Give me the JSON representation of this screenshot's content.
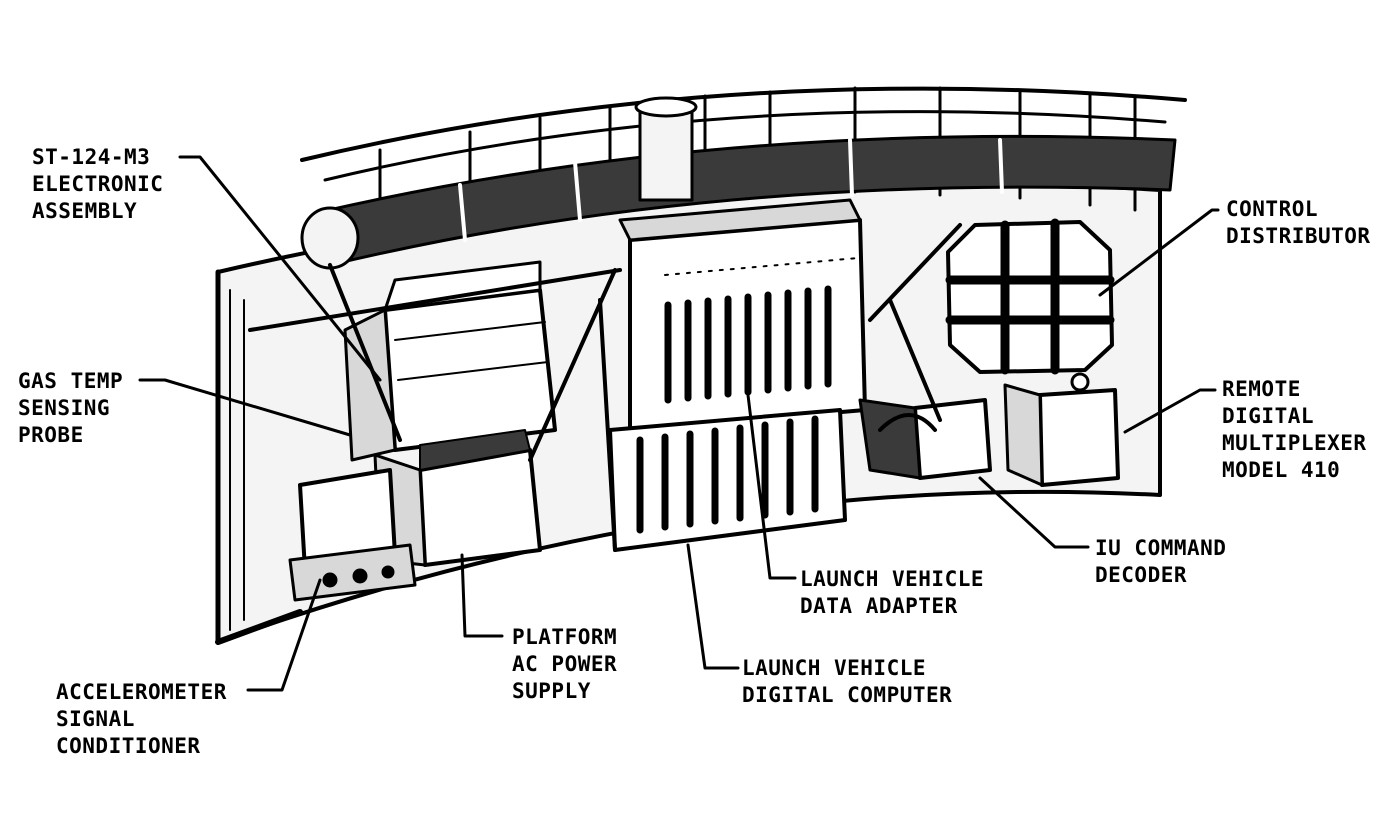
{
  "labels": {
    "st124": [
      "ST-124-M3",
      "ELECTRONIC",
      "ASSEMBLY"
    ],
    "control_distributor": [
      "CONTROL",
      "DISTRIBUTOR"
    ],
    "gas_temp": [
      "GAS TEMP",
      "SENSING",
      "PROBE"
    ],
    "remote_mux": [
      "REMOTE",
      "DIGITAL",
      "MULTIPLEXER",
      "MODEL 410"
    ],
    "iu_decoder": [
      "IU COMMAND",
      "DECODER"
    ],
    "lvda": [
      "LAUNCH VEHICLE",
      "DATA ADAPTER"
    ],
    "platform_power": [
      "PLATFORM",
      "AC POWER",
      "SUPPLY"
    ],
    "lvdc": [
      "LAUNCH VEHICLE",
      "DIGITAL COMPUTER"
    ],
    "accel": [
      "ACCELEROMETER",
      "SIGNAL",
      "CONDITIONER"
    ]
  },
  "colors": {
    "ink": "#000000",
    "paper": "#ffffff",
    "panel": "#f4f4f4",
    "shade": "#3a3a3a"
  }
}
